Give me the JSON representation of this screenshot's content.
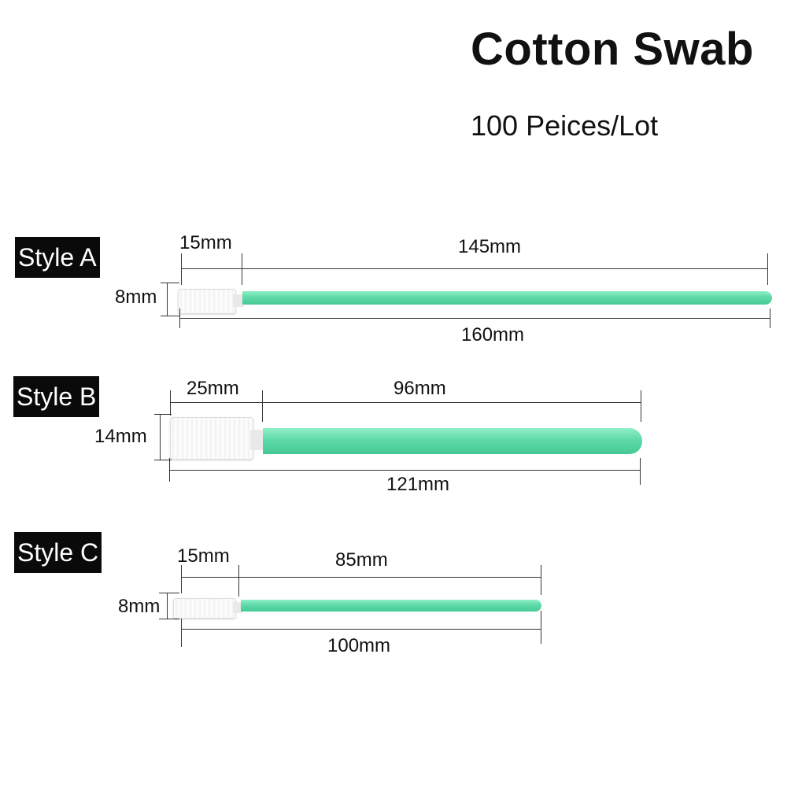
{
  "title": "Cotton Swab",
  "subtitle": "100 Peices/Lot",
  "colors": {
    "handle": "#5fdaa8",
    "head": "#ffffff",
    "label_bg": "#0a0a0a",
    "label_text": "#ffffff"
  },
  "styles": [
    {
      "label": "Style A",
      "head_length": "15mm",
      "handle_length": "145mm",
      "head_width": "8mm",
      "total_length": "160mm"
    },
    {
      "label": "Style B",
      "head_length": "25mm",
      "handle_length": "96mm",
      "head_width": "14mm",
      "total_length": "121mm"
    },
    {
      "label": "Style C",
      "head_length": "15mm",
      "handle_length": "85mm",
      "head_width": "8mm",
      "total_length": "100mm"
    }
  ]
}
